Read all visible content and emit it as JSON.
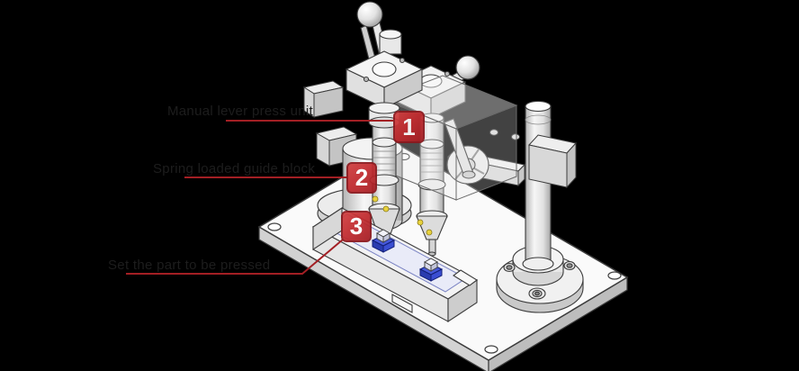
{
  "scene": {
    "name": "press-fit-jig-illustration",
    "description": "Isometric CAD rendering of a dual hand-lever press fixture on a rectangular base plate, with a workpiece tray holding two small blue components and a vertical support post on a circular flange",
    "background_color": "#000000"
  },
  "callouts": [
    {
      "number": "1",
      "label": "Manual lever press unit"
    },
    {
      "number": "2",
      "label": "Spring loaded guide block"
    },
    {
      "number": "3",
      "label": "Set the part to be pressed"
    }
  ],
  "colors": {
    "callout_red": "#c32b2f",
    "callout_border": "#8c181d",
    "leader_line_red": "#a31f24",
    "label_text": "#1d1d1d",
    "numeral_white": "#ffffff",
    "part_blue": "#3a4ed2",
    "spring_yellow": "#e8d23e",
    "model_outline": "#3c3c3c",
    "tray_floor": "#e9ebf8"
  }
}
